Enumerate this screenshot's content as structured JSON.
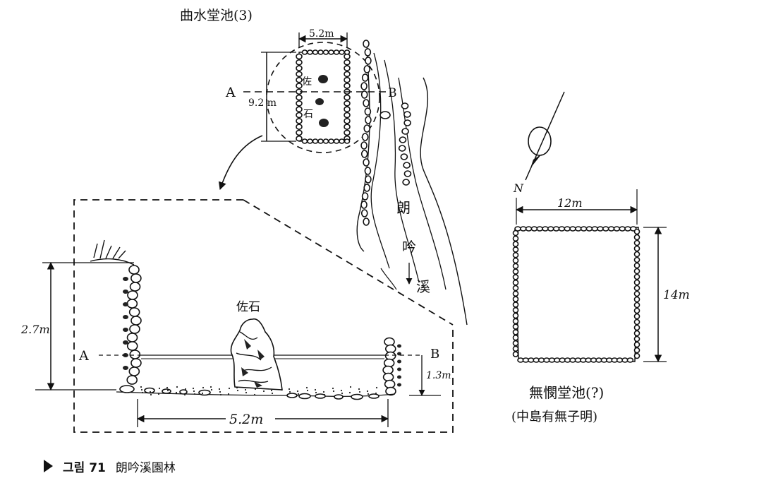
{
  "plan_top": {
    "title": "曲水堂池(3)",
    "width_label": "5.2m",
    "length_label": "9.2 m",
    "section_a": "A",
    "section_b": "B",
    "rock_label_1": "佐",
    "rock_label_2": "石"
  },
  "stream": {
    "label_chars": [
      "朗",
      "吟",
      "溪"
    ]
  },
  "north_arrow": {
    "label": "N"
  },
  "section": {
    "rock_label": "佐石",
    "depth_label": "2.7m",
    "water_depth_label": "1.3m",
    "width_label": "5.2m",
    "marker_a": "A",
    "marker_b": "B"
  },
  "plan_right": {
    "width_label": "12m",
    "height_label": "14m",
    "title": "無憫堂池(?)",
    "note": "(中島有無子明)"
  },
  "caption": {
    "figure": "그림 71",
    "title": "朗吟溪園林"
  }
}
